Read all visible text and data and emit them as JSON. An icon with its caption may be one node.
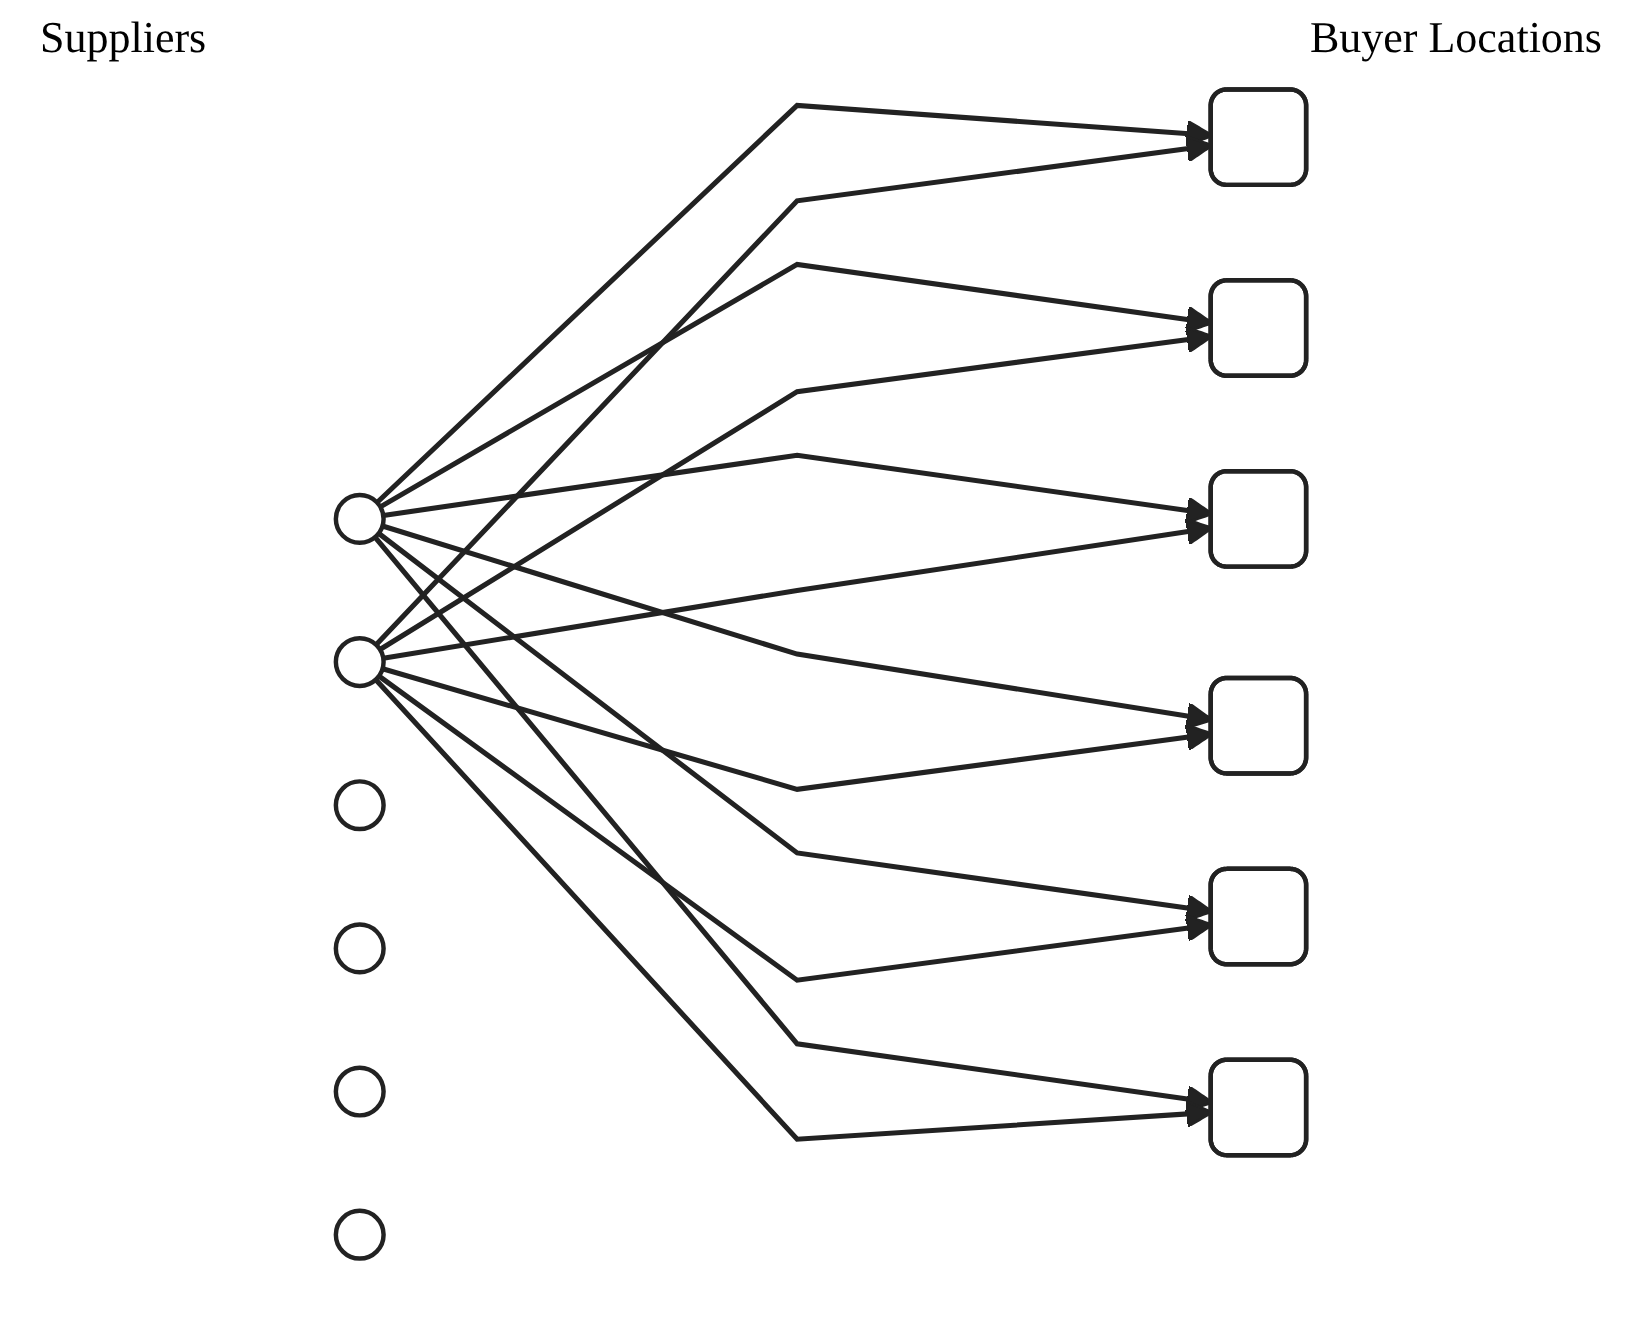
{
  "diagram": {
    "nodes": [
      {
        "text": [],
        "shape": "circle"
      },
      {
        "text": [],
        "shape": "circle"
      },
      {
        "text": [],
        "shape": "circle"
      },
      {
        "text": [],
        "shape": "circle"
      },
      {
        "text": [],
        "shape": "circle"
      },
      {
        "text": [],
        "shape": "circle"
      },
      {
        "text": [],
        "shape": "box"
      },
      {
        "text": [],
        "shape": "box"
      },
      {
        "text": [],
        "shape": "box"
      },
      {
        "text": [],
        "shape": "box"
      },
      {
        "text": [],
        "shape": "box"
      },
      {
        "text": [],
        "shape": "box"
      }
    ],
    "edges": [
      {
        "from": 0,
        "to": 6,
        "arrow": "to"
      },
      {
        "from": 0,
        "to": 7,
        "arrow": "to"
      },
      {
        "from": 0,
        "to": 8,
        "arrow": "to"
      },
      {
        "from": 0,
        "to": 9,
        "arrow": "to"
      },
      {
        "from": 0,
        "to": 10,
        "arrow": "to"
      },
      {
        "from": 0,
        "to": 11,
        "arrow": "to"
      },
      {
        "from": 1,
        "to": 6,
        "arrow": "to"
      },
      {
        "from": 1,
        "to": 7,
        "arrow": "to"
      },
      {
        "from": 1,
        "to": 8,
        "arrow": "to"
      },
      {
        "from": 1,
        "to": 9,
        "arrow": "to"
      },
      {
        "from": 1,
        "to": 10,
        "arrow": "to"
      },
      {
        "from": 1,
        "to": 11,
        "arrow": "to"
      }
    ],
    "labels": [
      "Suppliers",
      "Buyer Locations"
    ]
  }
}
